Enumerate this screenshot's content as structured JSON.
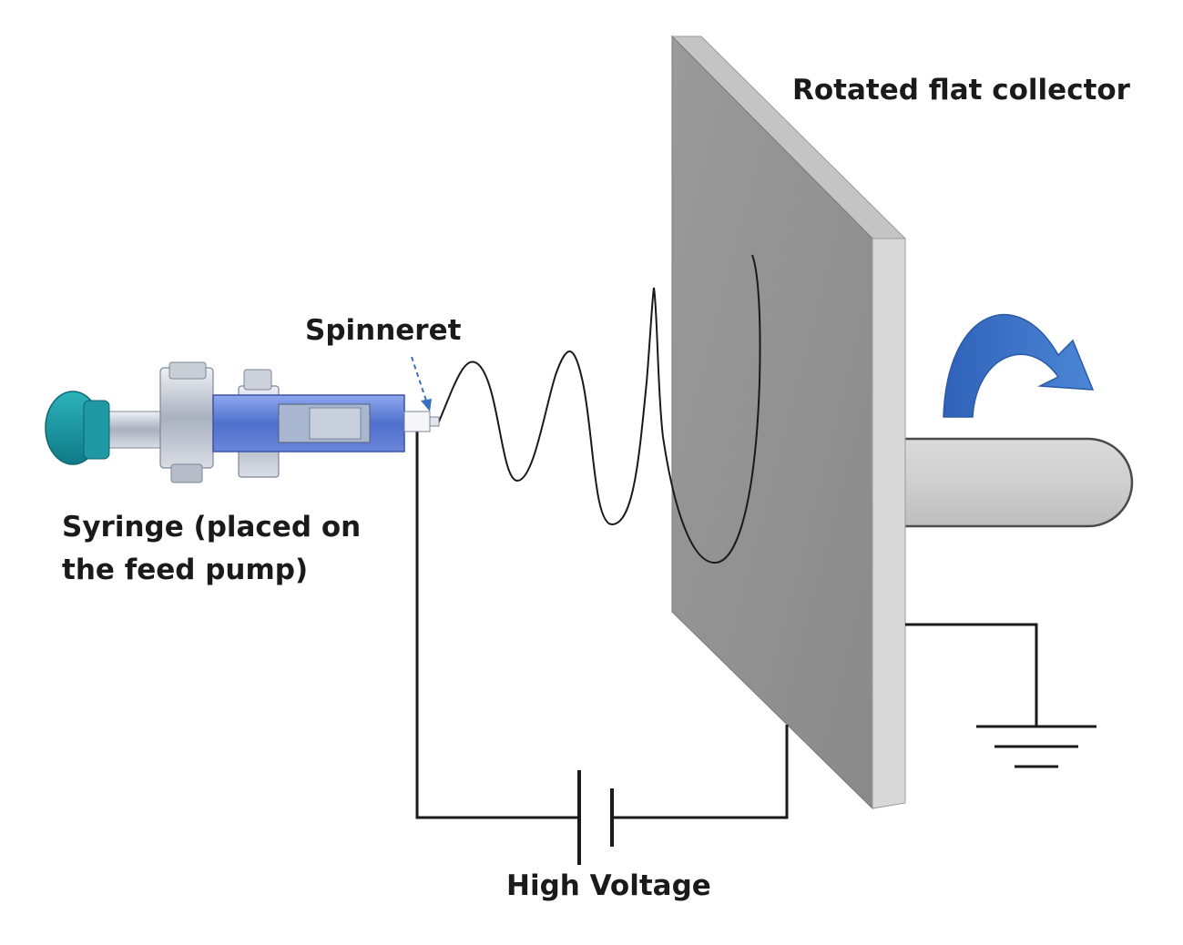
{
  "labels": {
    "collector": "Rotated flat collector",
    "spinneret": "Spinneret",
    "syringe_line1": "Syringe (placed on",
    "syringe_line2": "the feed pump)",
    "voltage": "High Voltage"
  },
  "colors": {
    "collector_face": "#8f8f8f",
    "collector_top": "#b8b8b8",
    "collector_edge": "#d6d6d6",
    "shaft": "#d2d2d2",
    "rotation_arrow": "#3a6fbf",
    "syringe_body": "#5b7fd6",
    "syringe_knob": "#17909a",
    "wire": "#1a1a1a"
  },
  "icons": {
    "rotation": "curved-arrow-icon",
    "ground": "ground-symbol-icon",
    "power_source": "battery-symbol-icon",
    "spinneret_pointer": "dashed-arrow-icon"
  }
}
